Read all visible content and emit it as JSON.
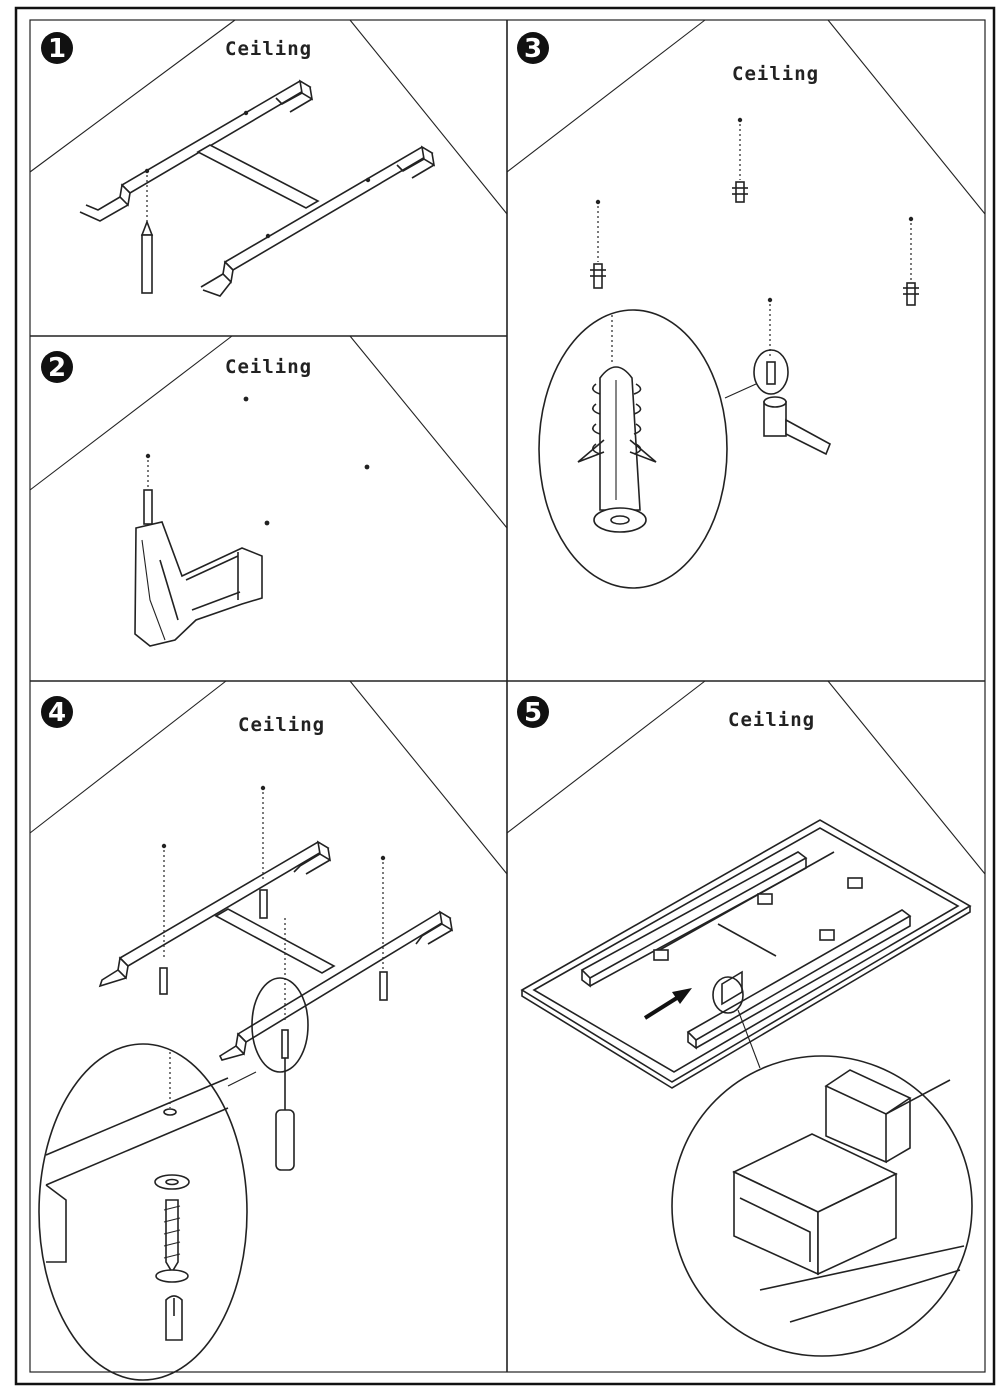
{
  "diagram": {
    "panels": [
      {
        "number": "1",
        "label": "Ceiling"
      },
      {
        "number": "2",
        "label": "Ceiling"
      },
      {
        "number": "3",
        "label": "Ceiling"
      },
      {
        "number": "4",
        "label": "Ceiling"
      },
      {
        "number": "5",
        "label": "Ceiling"
      }
    ]
  },
  "icons": [
    "pencil-icon",
    "drill-icon",
    "wall-anchor-icon",
    "screw-icon",
    "screwdriver-icon",
    "arrow-icon",
    "magnifier-circle-icon"
  ]
}
